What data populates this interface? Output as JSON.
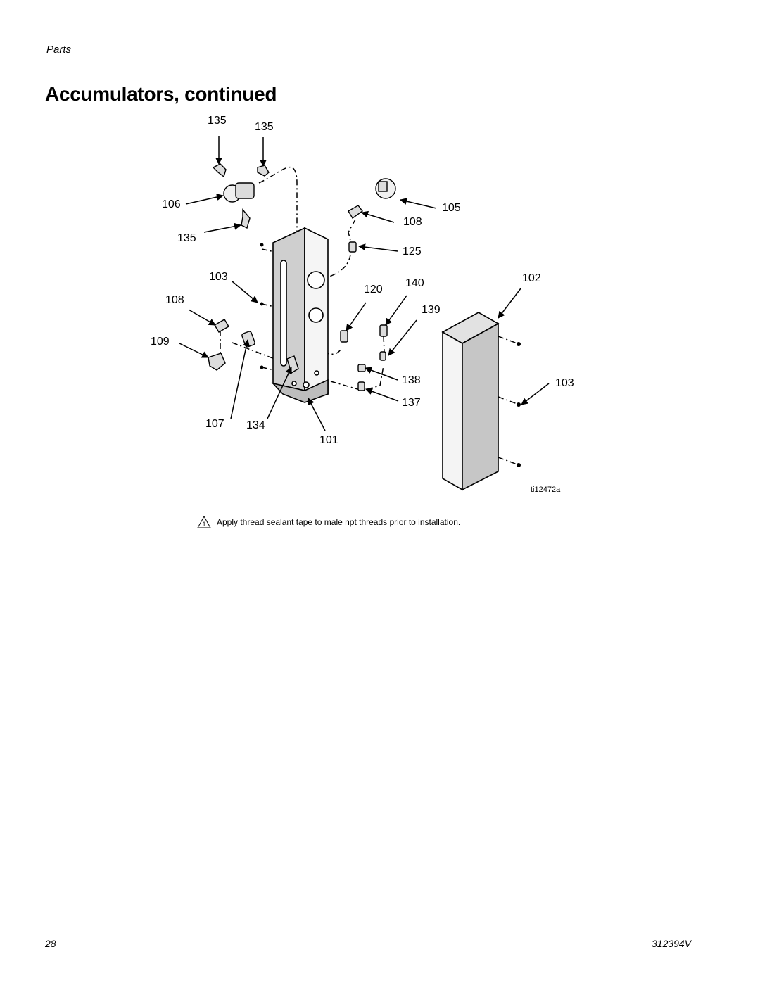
{
  "header": {
    "section": "Parts",
    "title": "Accumulators, continued"
  },
  "figure": {
    "callouts": {
      "c135a": "135",
      "c135b": "135",
      "c106": "106",
      "c135c": "135",
      "c105": "105",
      "c108a": "108",
      "c125": "125",
      "c103a": "103",
      "c108b": "108",
      "c109": "109",
      "c120": "120",
      "c140": "140",
      "c139": "139",
      "c102": "102",
      "c138": "138",
      "c137": "137",
      "c103b": "103",
      "c107": "107",
      "c134": "134",
      "c101": "101"
    },
    "reference": "ti12472a"
  },
  "note": {
    "symbol": "1",
    "text": "Apply thread sealant tape to male npt threads prior to installation."
  },
  "footer": {
    "page": "28",
    "doc": "312394V"
  }
}
